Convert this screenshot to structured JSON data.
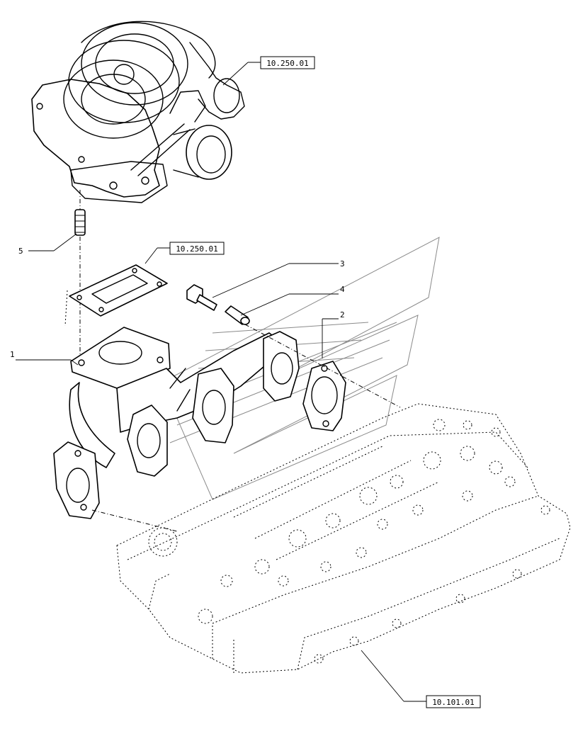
{
  "references": {
    "turbo_ref": "10.250.01",
    "gasket_ref": "10.250.01",
    "head_ref": "10.101.01"
  },
  "callouts": {
    "item_1": "1",
    "item_2": "2",
    "item_3": "3",
    "item_4": "4",
    "item_5": "5"
  }
}
